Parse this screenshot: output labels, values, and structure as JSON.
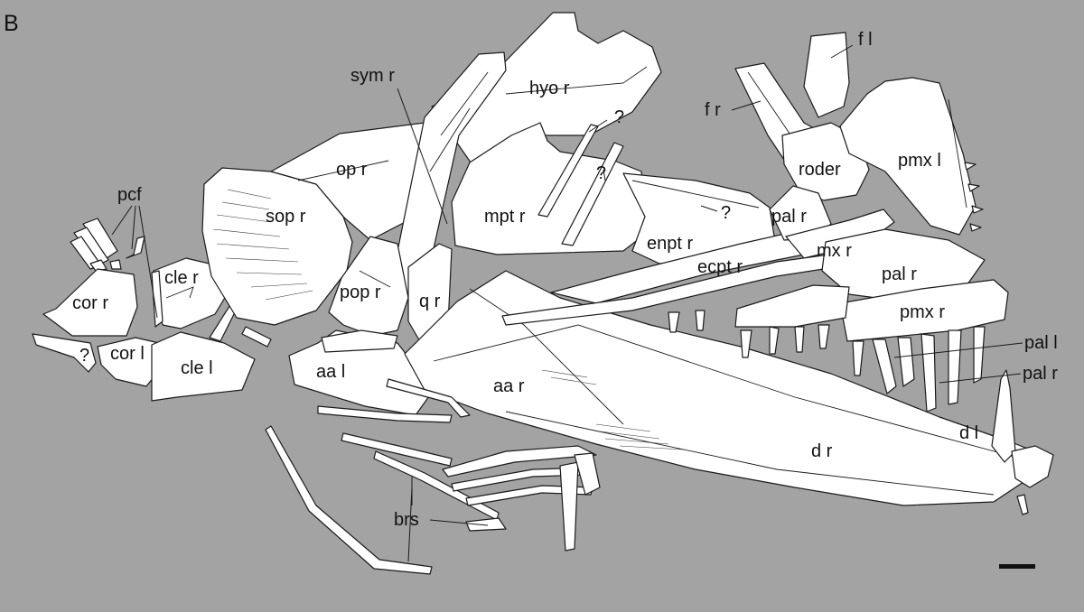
{
  "panel_letter": "B",
  "labels": {
    "sym_r": "sym r",
    "hyo_r": "hyo r",
    "q1": "?",
    "q2": "?",
    "q3": "?",
    "q4": "?",
    "op_r": "op r",
    "sop_r": "sop r",
    "mpt_r": "mpt r",
    "enpt_r": "enpt r",
    "ecpt_r": "ecpt r",
    "pcf": "pcf",
    "cle_r": "cle r",
    "cor_r": "cor r",
    "cor_l": "cor l",
    "cle_l": "cle l",
    "pop_r": "pop r",
    "q_r": "q r",
    "aa_l": "aa l",
    "aa_r": "aa r",
    "brs": "brs",
    "f_l": "f l",
    "f_r": "f r",
    "roder": "roder",
    "pmx_l": "pmx l",
    "pal_r_top": "pal r",
    "mx_r": "mx r",
    "pal_r_mid": "pal r",
    "pmx_r": "pmx r",
    "pal_l": "pal l",
    "pal_r_right": "pal r",
    "d_l": "d l",
    "d_r": "d r"
  },
  "colors": {
    "background": "#a3a3a3",
    "bone_fill": "#ffffff",
    "outline": "#1a1a1a"
  }
}
